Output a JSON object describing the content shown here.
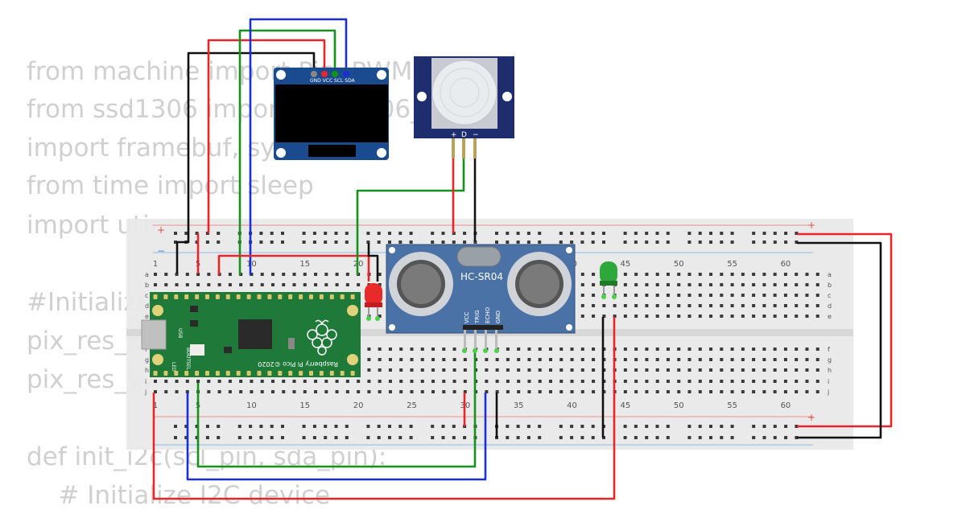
{
  "code": {
    "lines": [
      "from machine import Pin, PWM, I2C",
      "from ssd1306 import SSD1306_I2C",
      "import framebuf, sys",
      "from time import sleep",
      "import utime",
      "",
      "#Initialize",
      "pix_res_x",
      "pix_res_y",
      "",
      "def init_i2c(scl_pin, sda_pin):",
      "    # Initialize I2C device"
    ]
  },
  "breadboard": {
    "column_numbers": [
      "1",
      "5",
      "10",
      "15",
      "20",
      "25",
      "30",
      "35",
      "40",
      "45",
      "50",
      "55",
      "60"
    ],
    "row_letters_top": [
      "a",
      "b",
      "c",
      "d",
      "e"
    ],
    "row_letters_bottom": [
      "f",
      "g",
      "h",
      "i",
      "j"
    ],
    "plus": "+",
    "minus": "−"
  },
  "oled": {
    "pins": "GND VCC SCL SDA"
  },
  "pir": {
    "pins": [
      "+",
      "D",
      "−"
    ]
  },
  "ultrasonic": {
    "name": "HC-SR04",
    "pins": [
      "VCC",
      "TRIG",
      "ECHO",
      "GND"
    ]
  },
  "pico": {
    "silk_text": "Raspberry Pi Pico ©2020",
    "bootsel": "BOOTSEL",
    "usb": "USB",
    "led": "LED"
  },
  "colors": {
    "red_wire": "#e8262a",
    "black_wire": "#111111",
    "green_wire": "#15921c",
    "blue_wire": "#1c2fd4",
    "pico_board": "#1f7a3a",
    "sensor_board": "#4a72a6",
    "oled_board": "#1a4b8f"
  }
}
